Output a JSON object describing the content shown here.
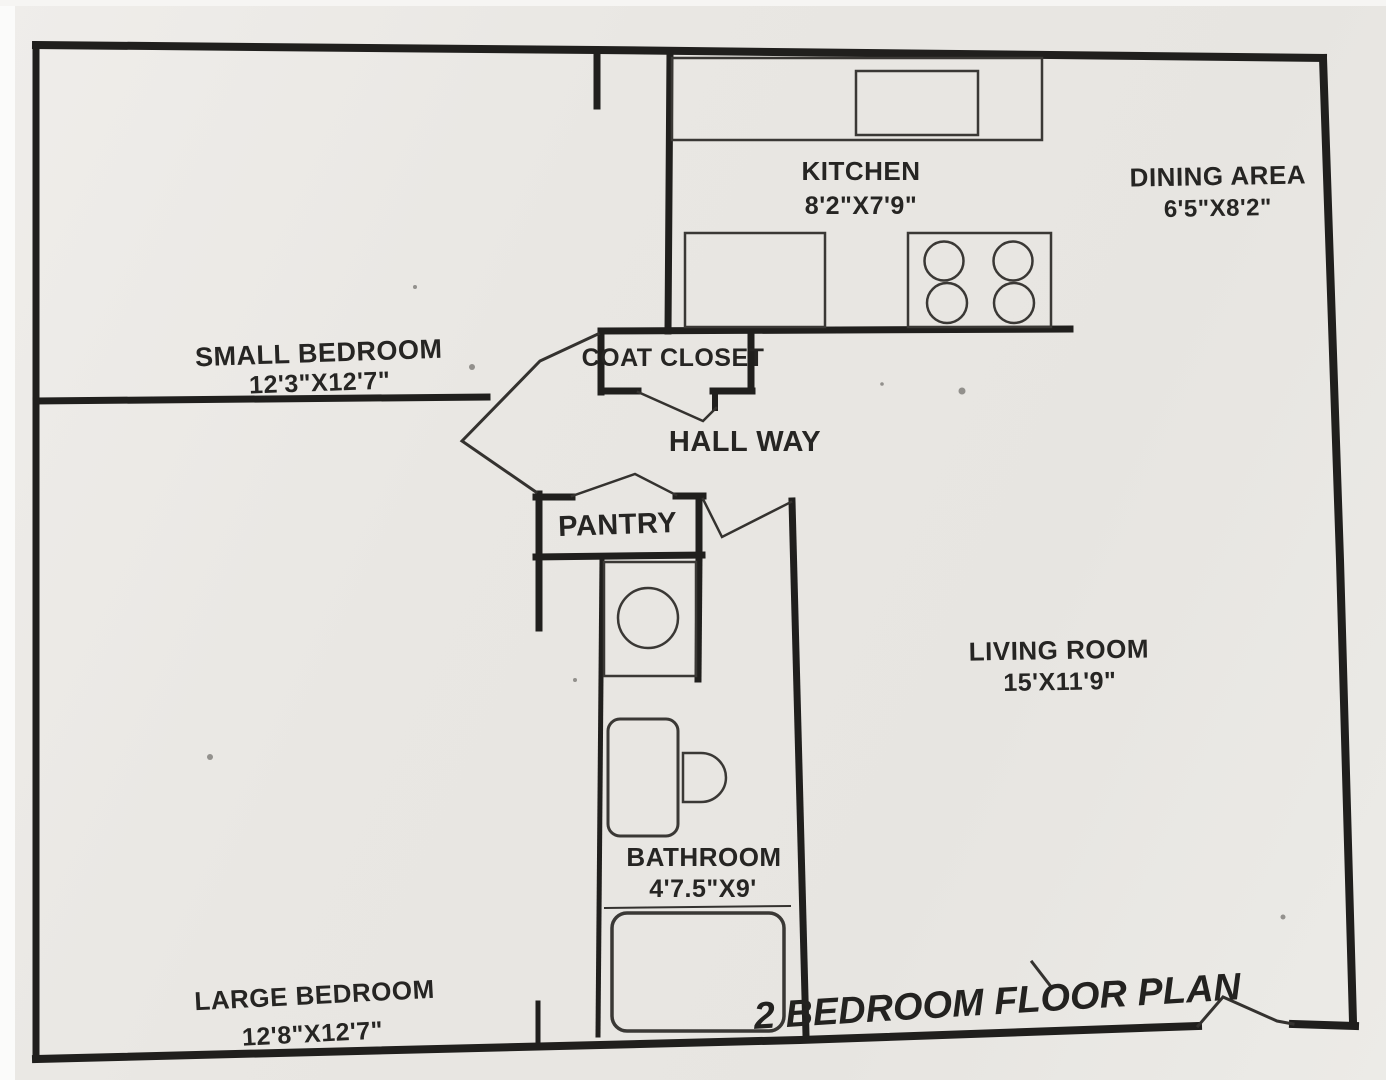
{
  "title": "2 BEDROOM FLOOR PLAN",
  "rooms": {
    "kitchen": {
      "name": "KITCHEN",
      "dimensions": "8'2\"X7'9\""
    },
    "dining_area": {
      "name": "DINING AREA",
      "dimensions": "6'5\"X8'2\""
    },
    "small_bedroom": {
      "name": "SMALL BEDROOM",
      "dimensions": "12'3\"X12'7\""
    },
    "coat_closet": {
      "name": "COAT CLOSET"
    },
    "hallway": {
      "name": "HALL WAY"
    },
    "pantry": {
      "name": "PANTRY"
    },
    "living_room": {
      "name": "LIVING ROOM",
      "dimensions": "15'X11'9\""
    },
    "bathroom": {
      "name": "BATHROOM",
      "dimensions": "4'7.5\"X9'"
    },
    "large_bedroom": {
      "name": "LARGE BEDROOM",
      "dimensions": "12'8\"X12'7\""
    }
  },
  "colors": {
    "wall": "#201f1d",
    "paper": "#e9e7e3",
    "text": "#262523"
  }
}
